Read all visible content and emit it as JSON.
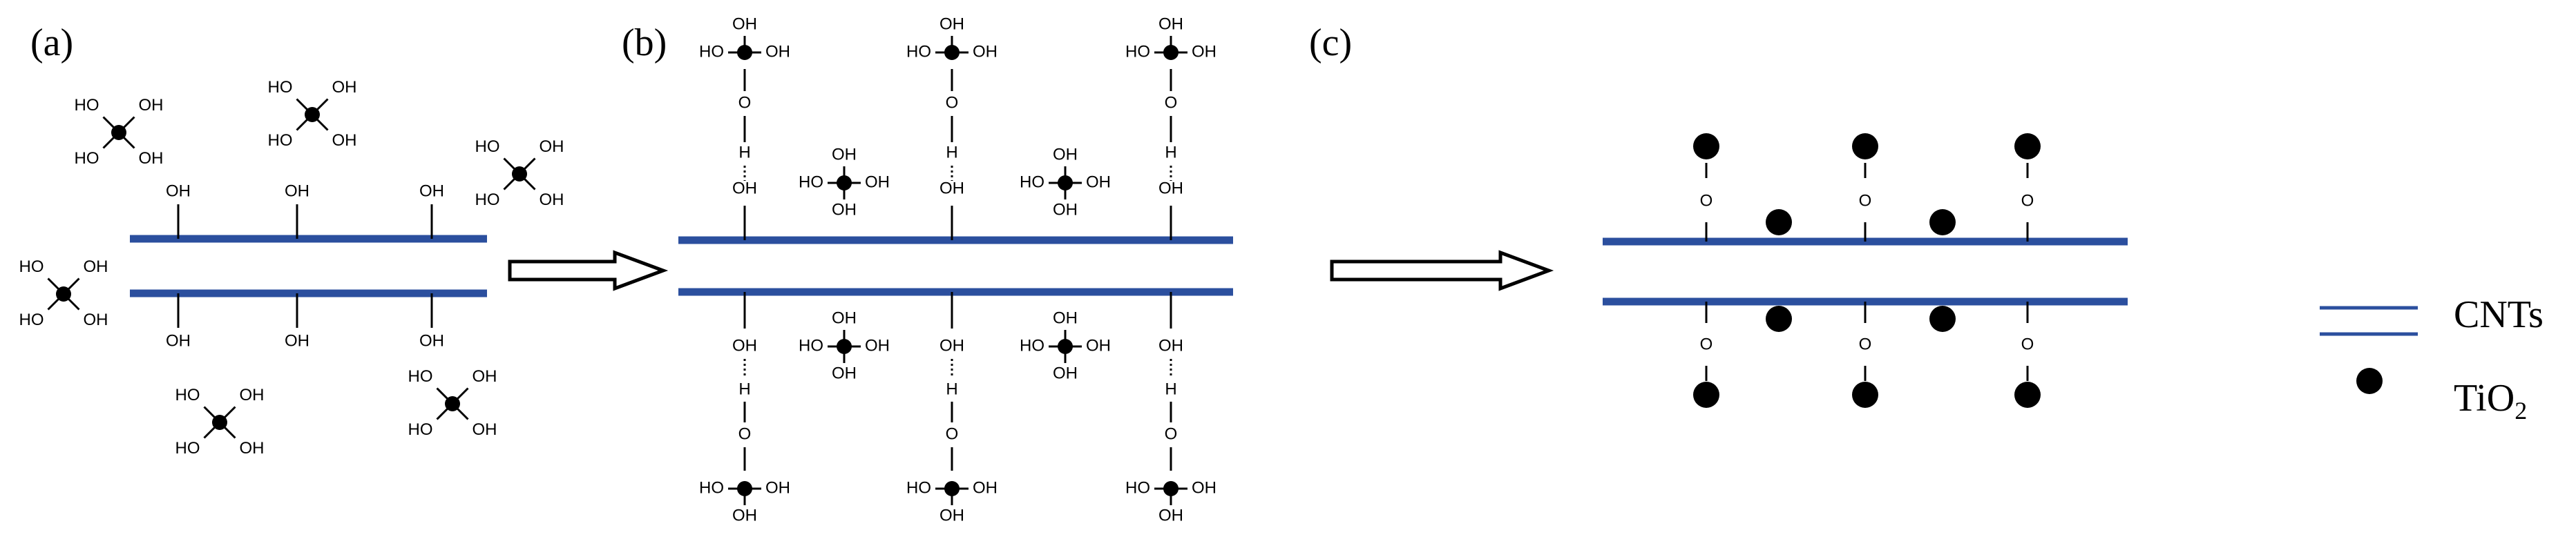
{
  "panels": [
    {
      "label": "(a)"
    },
    {
      "label": "(b)"
    },
    {
      "label": "(c)"
    }
  ],
  "chem": {
    "oh_right": "OH",
    "ho_left": "HO",
    "o": "O",
    "h": "H"
  },
  "legend": {
    "cnts": "CNTs",
    "tio2": "TiO",
    "tio2_sub": "2"
  },
  "colors": {
    "cnt_line": "#2b4f9e",
    "particle": "#000000",
    "arrow": "#000000"
  }
}
